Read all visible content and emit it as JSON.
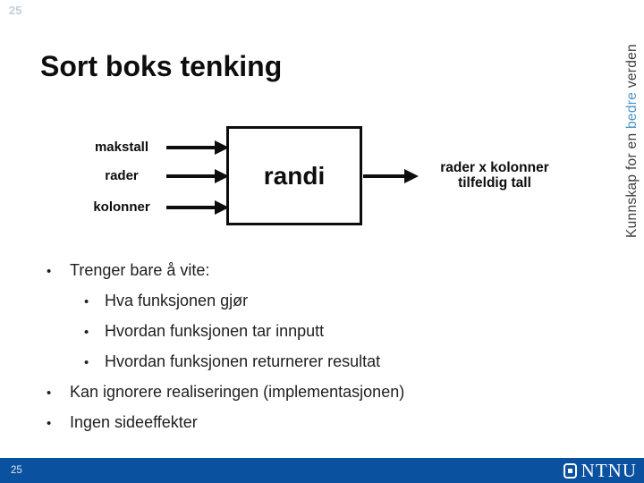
{
  "slide": {
    "page_number_top": "25",
    "title": "Sort boks tenking"
  },
  "diagram": {
    "inputs": [
      "makstall",
      "rader",
      "kolonner"
    ],
    "box_label": "randi",
    "output_line1": "rader x kolonner",
    "output_line2": "tilfeldig tall"
  },
  "bullets": {
    "bullet_char": "•",
    "items": [
      {
        "level": 1,
        "text": "Trenger bare å vite:"
      },
      {
        "level": 2,
        "text": "Hva funksjonen gjør"
      },
      {
        "level": 2,
        "text": "Hvordan funksjonen tar innputt"
      },
      {
        "level": 2,
        "text": "Hvordan funksjonen returnerer resultat"
      },
      {
        "level": 1,
        "text": "Kan ignorere realiseringen (implementasjonen)"
      },
      {
        "level": 1,
        "text": "Ingen sideeffekter"
      }
    ]
  },
  "tagline": {
    "prefix": "Kunnskap for en ",
    "highlight": "bedre",
    "suffix": " verden",
    "text_color": "#3d3d3d",
    "highlight_color": "#4e95c9"
  },
  "footer": {
    "page_number": "25",
    "logo_text": "NTNU",
    "bar_color": "#0a51a0"
  }
}
